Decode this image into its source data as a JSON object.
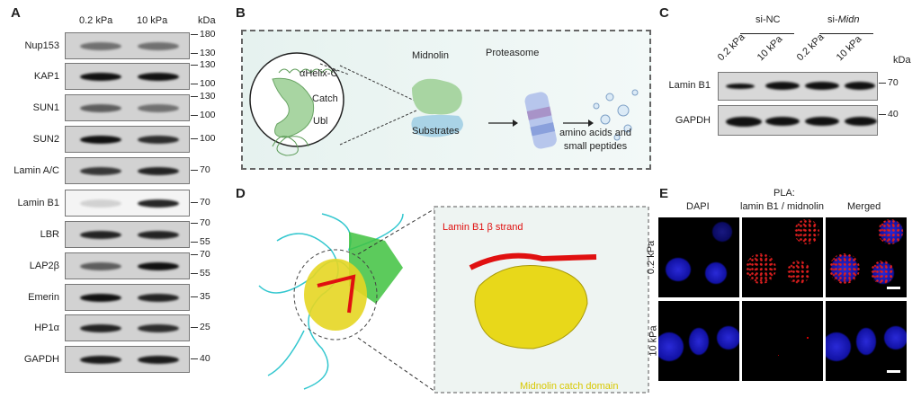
{
  "panelA": {
    "label": "A",
    "lanes": [
      "0.2 kPa",
      "10 kPa"
    ],
    "unit": "kDa",
    "rows": [
      {
        "name": "Nup153",
        "markers": [
          "180",
          "130"
        ],
        "intensity": [
          0.5,
          0.5
        ]
      },
      {
        "name": "KAP1",
        "markers": [
          "130",
          "100"
        ],
        "intensity": [
          1,
          1
        ]
      },
      {
        "name": "SUN1",
        "markers": [
          "130",
          "100"
        ],
        "intensity": [
          0.6,
          0.5
        ]
      },
      {
        "name": "SUN2",
        "markers": [
          "100"
        ],
        "intensity": [
          1,
          0.85
        ]
      },
      {
        "name": "Lamin A/C",
        "markers": [
          "70"
        ],
        "intensity": [
          0.8,
          0.9
        ]
      },
      {
        "name": "Lamin B1",
        "markers": [
          "70"
        ],
        "intensity": [
          0.15,
          0.9
        ]
      },
      {
        "name": "LBR",
        "markers": [
          "70",
          "55"
        ],
        "intensity": [
          0.9,
          0.9
        ]
      },
      {
        "name": "LAP2β",
        "markers": [
          "70",
          "55"
        ],
        "intensity": [
          0.6,
          1
        ]
      },
      {
        "name": "Emerin",
        "markers": [
          "35"
        ],
        "intensity": [
          1,
          0.9
        ]
      },
      {
        "name": "HP1α",
        "markers": [
          "25"
        ],
        "intensity": [
          0.9,
          0.85
        ]
      },
      {
        "name": "GAPDH",
        "markers": [
          "40"
        ],
        "intensity": [
          0.95,
          0.95
        ]
      }
    ]
  },
  "panelB": {
    "label": "B",
    "helix": "αHelix-C",
    "catch": "Catch",
    "ubl": "Ubl",
    "midnolin": "Midnolin",
    "substrates": "Substrates",
    "proteasome": "Proteasome",
    "products": "amino acids and small peptides",
    "colors": {
      "green": "#a8d5a2",
      "blue": "#a9d3e6",
      "bg": "#eef6f4"
    }
  },
  "panelC": {
    "label": "C",
    "groups": [
      "si-NC",
      "si-",
      "Midn"
    ],
    "lanes": [
      "0.2 kPa",
      "10 kPa",
      "0.2 kPa",
      "10 kPa"
    ],
    "unit": "kDa",
    "rows": [
      {
        "name": "Lamin B1",
        "marker": "70"
      },
      {
        "name": "GAPDH",
        "marker": "40"
      }
    ]
  },
  "panelD": {
    "label": "D",
    "strand": "Lamin B1 β strand",
    "domain": "Midnolin catch domain",
    "colors": {
      "strand": "#e01010",
      "domain": "#e8d81a"
    }
  },
  "panelE": {
    "label": "E",
    "columns": [
      "DAPI",
      "PLA:",
      "lamin B1 / midnolin",
      "Merged"
    ],
    "rows": [
      "0.2 kPa",
      "10 kPa"
    ]
  }
}
